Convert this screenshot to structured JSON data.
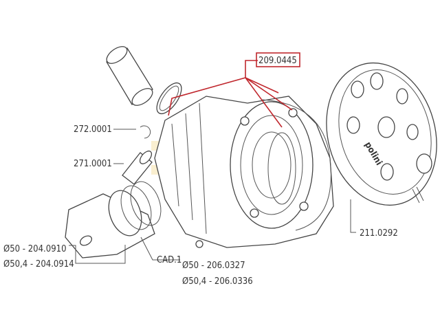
{
  "diagram": {
    "brand_logo": "polini",
    "watermark": "SFD",
    "colors": {
      "highlight": "#c0272d",
      "line": "#444444"
    },
    "labels": {
      "gasket_set": "209.0445",
      "circlip": "272.0001",
      "piston_pin": "271.0001",
      "cylinder_head": "211.0292",
      "piston_50": "Ø50 - 204.0910",
      "piston_504": "Ø50,4 - 204.0914",
      "cad": "CAD.1",
      "rings_50": "Ø50 - 206.0327",
      "rings_504": "Ø50,4 - 206.0336"
    }
  }
}
